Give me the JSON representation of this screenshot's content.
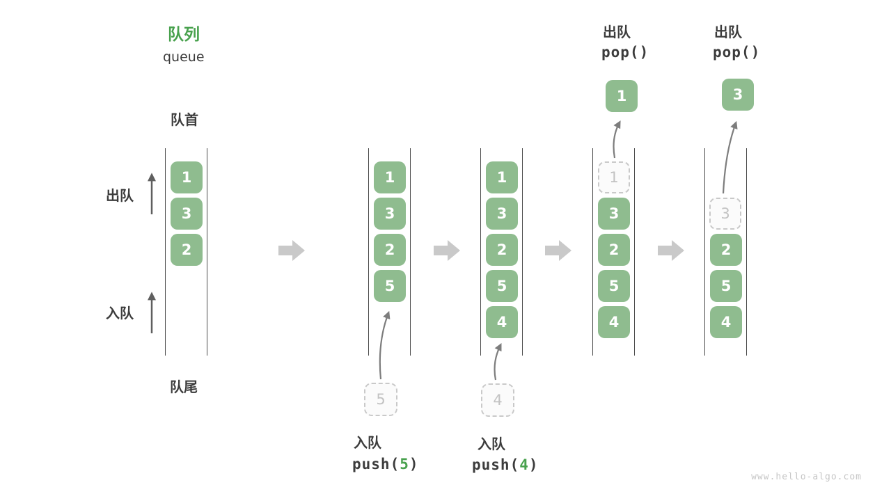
{
  "title": {
    "zh": "队列",
    "en": "queue"
  },
  "side_labels": {
    "front": "队首",
    "rear": "队尾",
    "dequeue": "出队",
    "enqueue": "入队"
  },
  "col1": {
    "s1": "1",
    "s2": "3",
    "s3": "2"
  },
  "col2": {
    "s1": "1",
    "s2": "3",
    "s3": "2",
    "s4": "5",
    "staged": "5",
    "op_zh": "入队",
    "op_pre": "push(",
    "op_arg": "5",
    "op_post": ")"
  },
  "col3": {
    "s1": "1",
    "s2": "3",
    "s3": "2",
    "s4": "5",
    "s5": "4",
    "staged": "4",
    "op_zh": "入队",
    "op_pre": "push(",
    "op_arg": "4",
    "op_post": ")"
  },
  "col4": {
    "s1": "1",
    "s2": "3",
    "s3": "2",
    "s4": "5",
    "s5": "4",
    "popped": "1",
    "op_zh": "出队",
    "op_code": "pop()"
  },
  "col5": {
    "s2": "3",
    "s3": "2",
    "s4": "5",
    "s5": "4",
    "popped": "3",
    "op_zh": "出队",
    "op_code": "pop()"
  },
  "watermark": "www.hello-algo.com",
  "colors": {
    "item_green": "#8fbc8f",
    "accent_green": "#48a14d",
    "text_dark": "#3c3c3c",
    "block_arrow_gray": "#c9c9c9",
    "guide_arrow_gray": "#7d7d7d",
    "dashed_gray": "#c9c9c9",
    "rail_gray": "#4b4b4b",
    "watermark_gray": "#c6c6c6"
  },
  "icons": {
    "flow_arrow": "right-block-arrow",
    "guide_arrow": "thin-curved-arrow"
  }
}
